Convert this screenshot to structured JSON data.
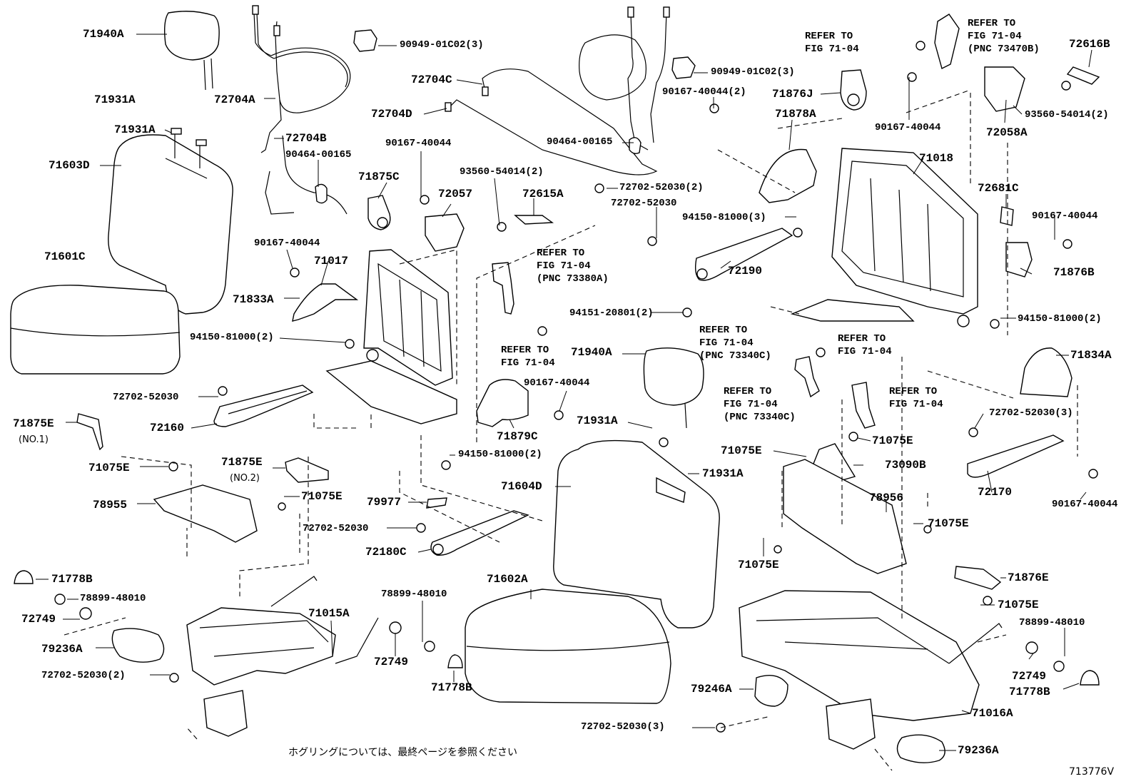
{
  "labels": {
    "l71940A_1": "71940A",
    "l71931A_1": "71931A",
    "l71931A_2": "71931A",
    "l71603D": "71603D",
    "l71601C": "71601C",
    "l72704A": "72704A",
    "l72704B": "72704B",
    "l90464_1": "90464-00165",
    "l90949_1": "90949-01C02(3)",
    "l72704C": "72704C",
    "l72704D": "72704D",
    "l90167_1": "90167-40044",
    "l71875C": "71875C",
    "l72057": "72057",
    "l93560_1": "93560-54014(2)",
    "l72615A": "72615A",
    "l90464_2": "90464-00165",
    "l72702_2a": "72702-52030(2)",
    "l72702_1a": "72702-52030",
    "l90949_2": "90949-01C02(3)",
    "l90167_2": "90167-40044(2)",
    "l71876J": "71876J",
    "l90167_3": "90167-40044",
    "l71878A": "71878A",
    "l71018": "71018",
    "l93560_2": "93560-54014(2)",
    "l72058A": "72058A",
    "l72616B": "72616B",
    "l72681C": "72681C",
    "l90167_4": "90167-40044",
    "l71876B": "71876B",
    "l94150_1": "94150-81000(3)",
    "l72190": "72190",
    "l94151": "94151-20801(2)",
    "l94150_2": "94150-81000(2)",
    "l90167_5": "90167-40044",
    "l71017": "71017",
    "l71833A": "71833A",
    "l94150_3": "94150-81000(2)",
    "l72702_1b": "72702-52030",
    "l72160": "72160",
    "l71875E_1": "71875E",
    "l_no1": "(NO.1)",
    "l71075E_1": "71075E",
    "l71875E_2": "71875E",
    "l_no2": "(NO.2)",
    "l71075E_2": "71075E",
    "l78955": "78955",
    "l79977": "79977",
    "l72702_1c": "72702-52030",
    "l72180C": "72180C",
    "l71778B_1": "71778B",
    "l78899_1": "78899-48010",
    "l72749_1": "72749",
    "l79236A_1": "79236A",
    "l72702_2b": "72702-52030(2)",
    "l71015A": "71015A",
    "l78899_2": "78899-48010",
    "l72749_2": "72749",
    "l71778B_2": "71778B",
    "l71940A_2": "71940A",
    "l90167_6": "90167-40044",
    "l71879C": "71879C",
    "l94150_4": "94150-81000(2)",
    "l71931A_3": "71931A",
    "l71931A_4": "71931A",
    "l71604D": "71604D",
    "l71602A": "71602A",
    "l71075E_3": "71075E",
    "l71075E_4": "71075E",
    "l73090B": "73090B",
    "l78956": "78956",
    "l71075E_5": "71075E",
    "l71075E_6": "71075E",
    "l71834A": "71834A",
    "l72702_3a": "72702-52030(3)",
    "l72170": "72170",
    "l90167_7": "90167-40044",
    "l71876E": "71876E",
    "l71075E_7": "71075E",
    "l78899_3": "78899-48010",
    "l72749_3": "72749",
    "l71778B_3": "71778B",
    "l79246A": "79246A",
    "l72702_3b": "72702-52030(3)",
    "l71016A": "71016A",
    "l79236A_2": "79236A"
  },
  "refs": {
    "r1": "REFER TO\nFIG 71-04",
    "r2": "REFER TO\nFIG 71-04\n(PNC 73470B)",
    "r3": "REFER TO\nFIG 71-04\n(PNC 73380A)",
    "r4": "REFER TO\nFIG 71-04",
    "r5": "REFER TO\nFIG 71-04\n(PNC 73340C)",
    "r6": "REFER TO\nFIG 71-04",
    "r7": "REFER TO\nFIG 71-04\n(PNC 73340C)",
    "r8": "REFER TO\nFIG 71-04"
  },
  "footer": {
    "note": "ホグリングについては、最終ページを参照ください",
    "figure_id": "713776V"
  }
}
